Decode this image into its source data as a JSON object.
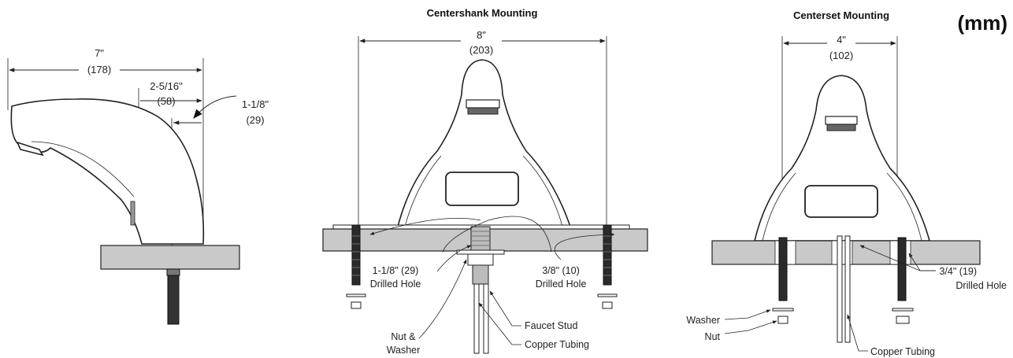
{
  "unit_label": "(mm)",
  "side_view": {
    "overall_width": {
      "in": "7\"",
      "mm": "(178)"
    },
    "spout_reach": {
      "in": "2-5/16\"",
      "mm": "(58)"
    },
    "base_offset": {
      "in": "1-1/8\"",
      "mm": "(29)"
    }
  },
  "centershank": {
    "title": "Centershank Mounting",
    "spacing": {
      "in": "8\"",
      "mm": "(203)"
    },
    "center_hole": {
      "line1": "1-1/8\" (29)",
      "line2": "Drilled Hole"
    },
    "side_hole": {
      "line1": "3/8\" (10)",
      "line2": "Drilled Hole"
    },
    "nut_washer": {
      "line1": "Nut &",
      "line2": "Washer"
    },
    "faucet_stud": "Faucet Stud",
    "copper_tubing": "Copper Tubing"
  },
  "centerset": {
    "title": "Centerset Mounting",
    "spacing": {
      "in": "4\"",
      "mm": "(102)"
    },
    "hole": {
      "line1": "3/4\" (19)",
      "line2": "Drilled  Hole"
    },
    "washer": "Washer",
    "nut": "Nut",
    "copper_tubing": "Copper Tubing"
  }
}
